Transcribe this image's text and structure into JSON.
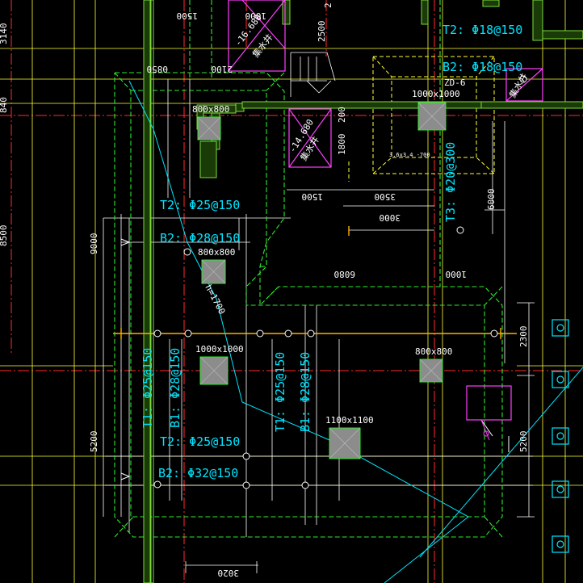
{
  "drawing": {
    "colors": {
      "background": "#000000",
      "axis_red": "#ff2a2a",
      "dashed_green": "#2ee82e",
      "wall_green": "#7ddc3a",
      "yellow": "#ffff33",
      "cyan_text": "#00e5ff",
      "white": "#ffffff",
      "magenta": "#ff40ff",
      "pile_fill": "#8c8c8c",
      "gold_dim": "#ffb000"
    },
    "rebar_labels": {
      "t2_top_right": "T2:  Φ18@150",
      "b2_top_right": "B2:  Φ18@150",
      "t2_upper": "T2:  Φ25@150",
      "b2_upper": "B2:  Φ28@150",
      "t2_lower": "T2:  Φ25@150",
      "b2_lower": "B2:  Φ32@150",
      "t1_left": "T1:  Φ25@150",
      "b1_left": "B1:  Φ28@150",
      "t1_mid": "T1:  Φ25@150",
      "b1_mid": "B1:  Φ28@150",
      "t3_right": "T3:  Φ20@300"
    },
    "pile_labels": {
      "p1": "800x800",
      "p2": "800x800",
      "p3": "1000x1000",
      "p4": "800x800",
      "p5": "1100x1100",
      "p6": "1000x1000"
    },
    "misc_labels": {
      "zd": "ZD-6",
      "slope": "h=1700",
      "elev_top": "-16.680",
      "elev_mid": "-14.680",
      "elev_top_note": "集水井",
      "elev_mid_note": "集水井",
      "elev_right_note": "集水井",
      "small_note": "3.6x3.4  -700"
    },
    "dimensions": {
      "d1500_top": "1500",
      "d1000_top": "1000",
      "d2500": "2500",
      "d2_top": "2",
      "d8840": "840",
      "d8500": "8500",
      "d9000": "9000",
      "d5200_left": "5200",
      "d200_a": "200",
      "d1800": "1800",
      "d1500_mid": "1500",
      "d3500": "3500",
      "d3000": "3000",
      "d6000": "6000",
      "d6080": "6080",
      "d1000_mid": "1000",
      "d2300": "2300",
      "d5200_right": "5200",
      "d3020": "3020",
      "d0850": "0850",
      "d2100": "2100",
      "d3140": "3140"
    }
  }
}
